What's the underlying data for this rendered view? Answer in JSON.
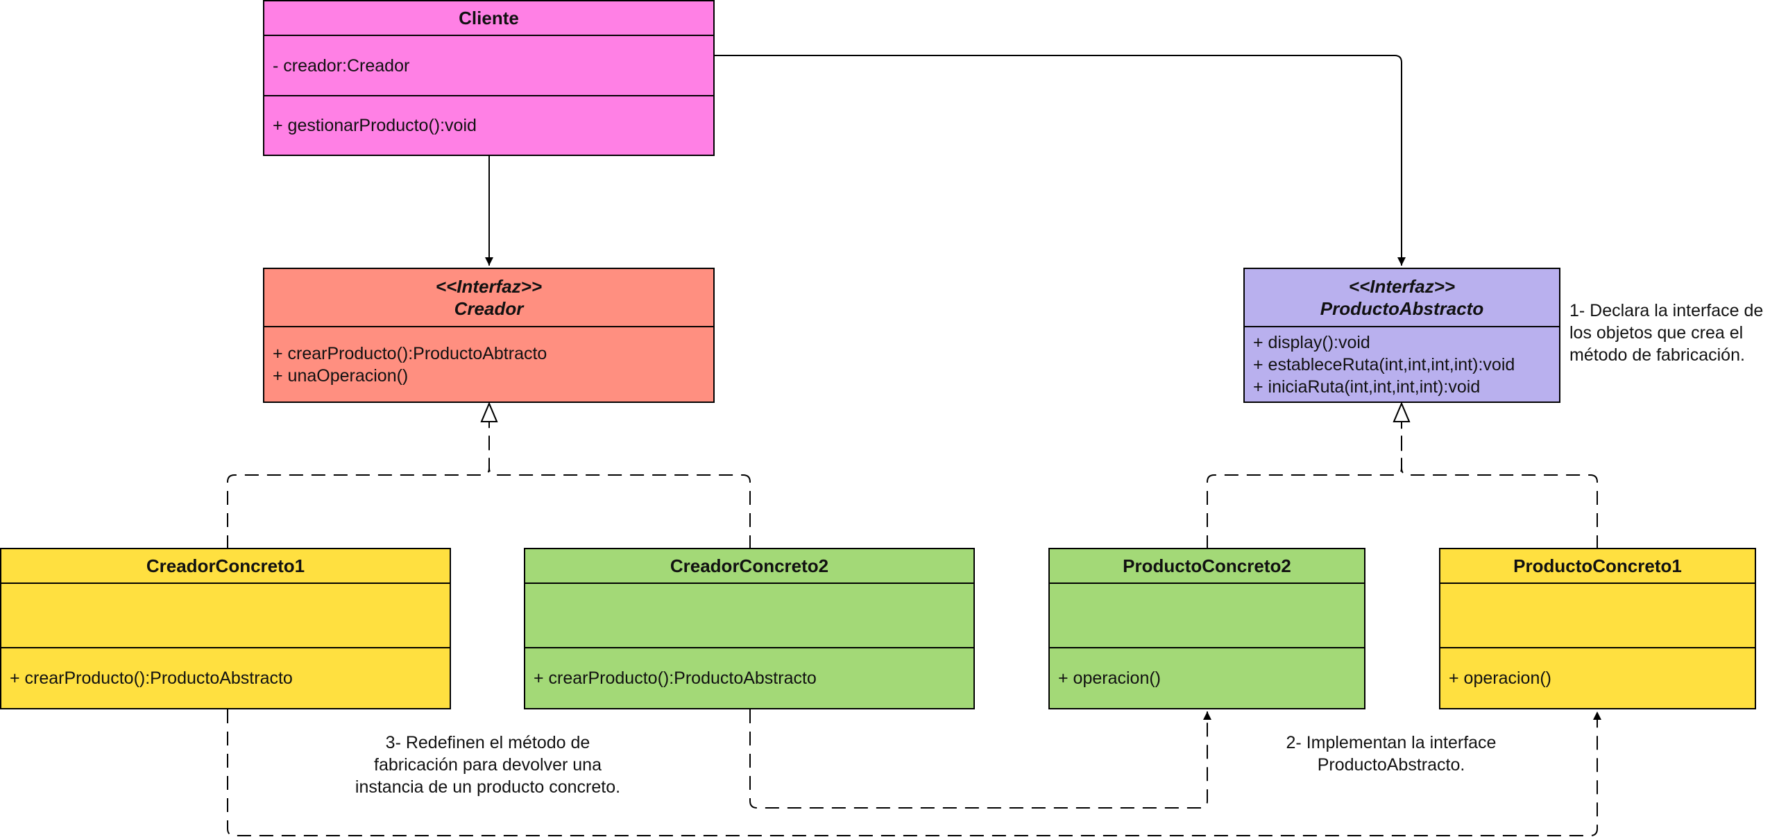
{
  "classes": {
    "cliente": {
      "name": "Cliente",
      "attributes": [
        "- creador:Creador"
      ],
      "methods": [
        "+ gestionarProducto():void"
      ],
      "color": "#ff80e5"
    },
    "creador": {
      "stereotype": "<<Interfaz>>",
      "name": "Creador",
      "methods": [
        "+ crearProducto():ProductoAbtracto",
        "+ unaOperacion()"
      ],
      "color": "#ff8f80"
    },
    "productoAbstracto": {
      "stereotype": "<<Interfaz>>",
      "name": "ProductoAbstracto",
      "methods": [
        "+ display():void",
        "+ estableceRuta(int,int,int,int):void",
        "+ iniciaRuta(int,int,int,int):void"
      ],
      "color": "#b9b0ee"
    },
    "creadorConcreto1": {
      "name": "CreadorConcreto1",
      "attributes": [],
      "methods": [
        "+ crearProducto():ProductoAbstracto"
      ],
      "color": "#ffe040"
    },
    "creadorConcreto2": {
      "name": "CreadorConcreto2",
      "attributes": [],
      "methods": [
        "+ crearProducto():ProductoAbstracto"
      ],
      "color": "#a3d977"
    },
    "productoConcreto2": {
      "name": "ProductoConcreto2",
      "attributes": [],
      "methods": [
        "+ operacion()"
      ],
      "color": "#a3d977"
    },
    "productoConcreto1": {
      "name": "ProductoConcreto1",
      "attributes": [],
      "methods": [
        "+ operacion()"
      ],
      "color": "#ffe040"
    }
  },
  "notes": {
    "note1": [
      "1- Declara la interface de",
      "los objetos que crea el",
      "método de fabricación."
    ],
    "note2": [
      "2- Implementan la interface",
      "ProductoAbstracto."
    ],
    "note3": [
      "3- Redefinen el método de",
      "fabricación para devolver una",
      "instancia de un producto concreto."
    ]
  }
}
